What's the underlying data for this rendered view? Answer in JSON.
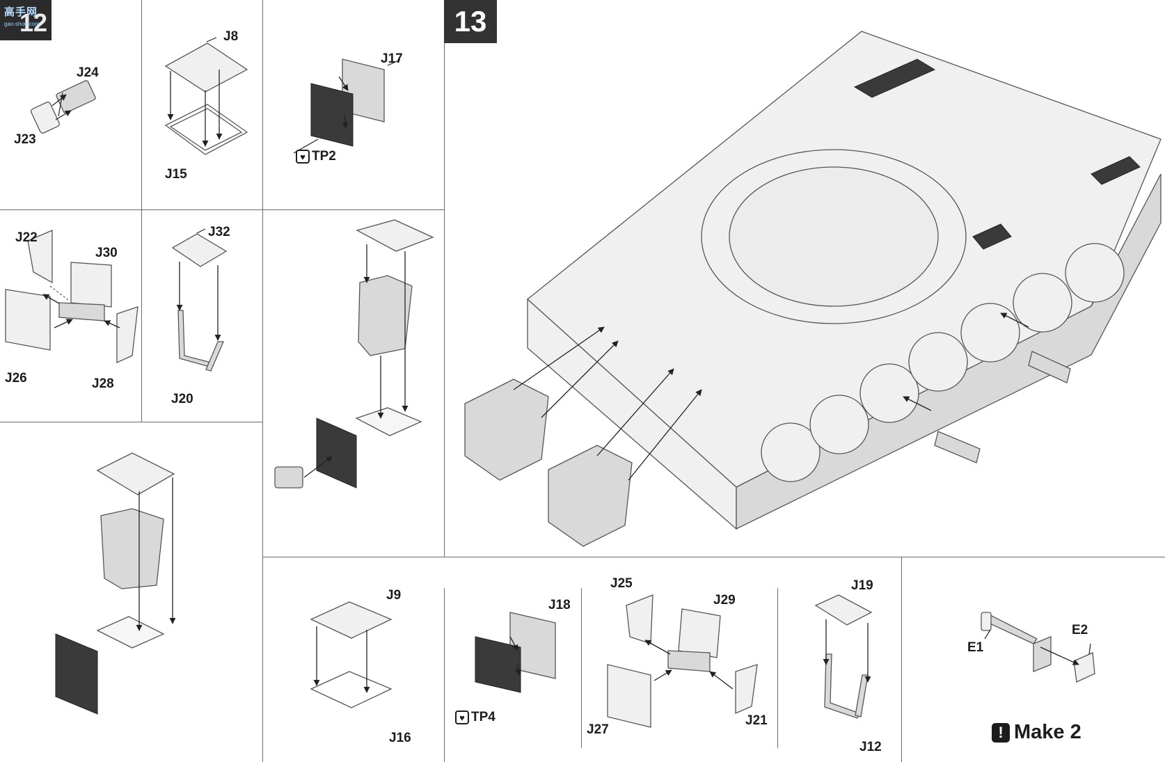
{
  "watermark": {
    "site_text": "高手网",
    "site_sub": "gao-shou.com",
    "step_number_partial": "12"
  },
  "step13": {
    "number": "13"
  },
  "labels": {
    "j24": "J24",
    "j23": "J23",
    "j8": "J8",
    "j15": "J15",
    "j17": "J17",
    "tp2": "TP2",
    "j22": "J22",
    "j30": "J30",
    "j26": "J26",
    "j28": "J28",
    "j32": "J32",
    "j20": "J20",
    "j9": "J9",
    "j16": "J16",
    "j18": "J18",
    "tp4": "TP4",
    "j25": "J25",
    "j29": "J29",
    "j27": "J27",
    "j21": "J21",
    "j19": "J19",
    "j12": "J12",
    "e1": "E1",
    "e2": "E2"
  },
  "make_note": {
    "icon": "exclamation-icon",
    "text": "Make 2"
  },
  "colors": {
    "badge": "#333333",
    "line": "#6a6a6a",
    "ink": "#1c1c1c",
    "part": "#f0f0f0"
  }
}
